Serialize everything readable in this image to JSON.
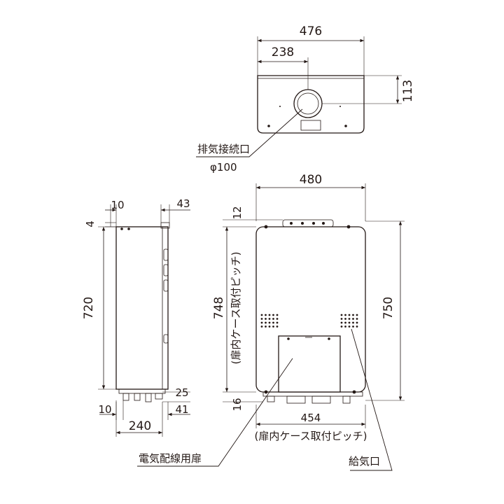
{
  "top_view": {
    "width_total": "476",
    "width_half": "238",
    "depth_center": "113",
    "exhaust_label": "排気接続口",
    "exhaust_diameter": "φ100"
  },
  "side_view": {
    "top_offset_left": "10",
    "top_offset_right": "43",
    "top_gap": "4",
    "height": "720",
    "bottom_left": "10",
    "bottom_right_1": "25",
    "bottom_right_2": "41",
    "depth": "240"
  },
  "front_view": {
    "width": "480",
    "top_gap": "12",
    "mount_pitch_height": "748",
    "mount_pitch_note": "(扉内ケース取付ピッチ)",
    "height": "750",
    "bottom_gap": "16",
    "mount_pitch_width": "454",
    "mount_pitch_width_note": "(扉内ケース取付ピッチ)"
  },
  "callouts": {
    "electrical_door": "電気配線用扉",
    "air_intake": "給気口"
  }
}
